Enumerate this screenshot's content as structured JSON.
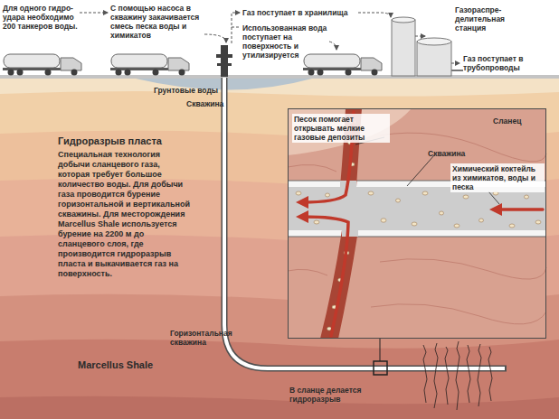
{
  "diagram": {
    "nodes": [
      {
        "text": [
          "Сланец",
          "Песок помогает открывать мелкие газовые депозиты",
          "Скважина",
          "Химический коктейль из химикатов, воды и песка"
        ]
      }
    ],
    "labels": [
      "Для одного гидро- удара необходимо 200 танкеров воды.",
      "С помощью насоса в скважину закачивается смесь песка воды и химикатов",
      "Газ поступает в хранилища",
      "Использованная вода поступает на поверхность и утилизируется",
      "Газораспре- делительная станция",
      "Газ поступает в трубопроводы",
      "Грунтовые воды",
      "Скважина",
      "Гидроразрыв пласта",
      "Специальная технология добычи сланцевого газа, которая требует большое количество воды. Для добычи газа проводится бурение горизонтальной и вертикальной скважины. Для месторождения Marcellus Shale используется бурение на 2200 м до сланцевого слоя, где производится гидроразрыв пласта и выкачивается газ на поверхность.",
      "Горизонтальная скважина",
      "Marcellus Shale",
      "В сланце делается гидроразрыв"
    ]
  }
}
